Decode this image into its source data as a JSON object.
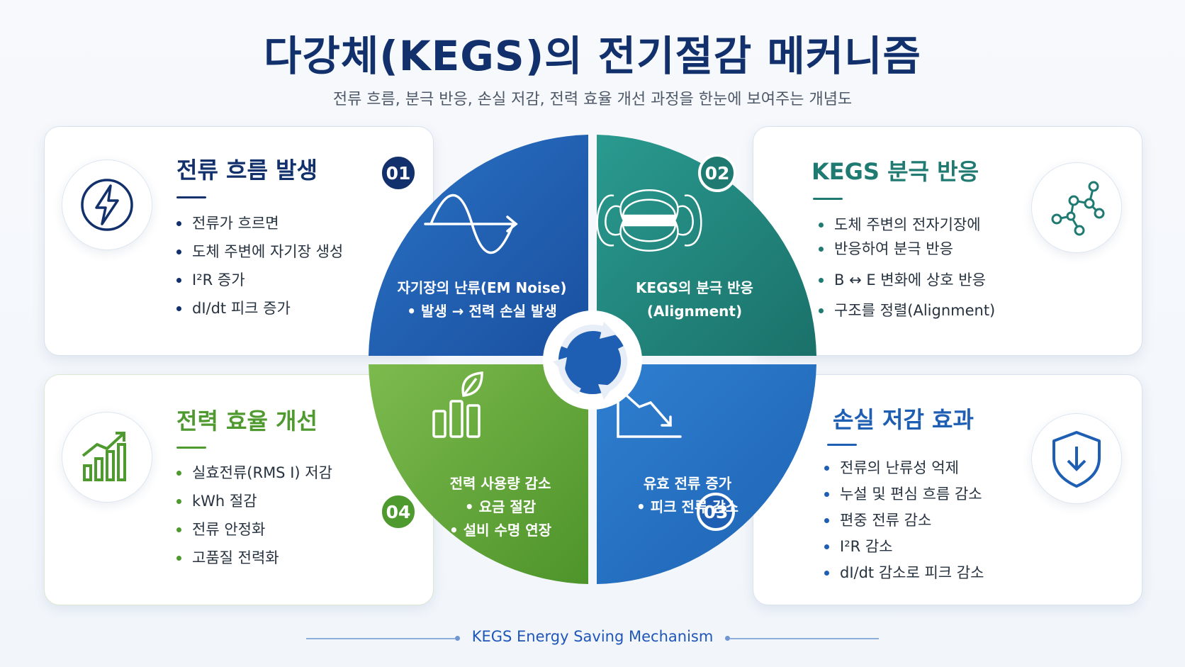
{
  "title": "다강체(KEGS)의 전기절감 메커니즘",
  "subtitle": "전류 흐름, 분극 반응, 손실 저감, 전력 효율 개선 과정을 한눈에 보여주는 개념도",
  "colors": {
    "navy": "#12306b",
    "blue": "#1f5fb3",
    "teal": "#1f7a72",
    "green": "#4f9a2e",
    "blue_light": "#2f7cc9"
  },
  "cards": {
    "top_left": {
      "icon": "lightning-icon",
      "title": "전류 흐름 발생",
      "items": [
        "전류가 흐르면",
        "도체 주변에 자기장 생성",
        "I²R 증가",
        "dI/dt 피크 증가"
      ]
    },
    "top_right": {
      "icon": "molecule-icon",
      "title": "KEGS 분극 반응",
      "items": [
        "도체 주변의 전자기장에",
        "반응하여 분극 반응",
        "B ↔ E 변화에 상호 반응",
        "구조를 정렬(Alignment)"
      ]
    },
    "bottom_left": {
      "icon": "growth-chart-icon",
      "title": "전력 효율 개선",
      "items": [
        "실효전류(RMS I) 저감",
        "kWh 절감",
        "전류 안정화",
        "고품질 전력화"
      ]
    },
    "bottom_right": {
      "icon": "shield-down-icon",
      "title": "손실 저감 효과",
      "items": [
        "전류의 난류성 억제",
        "누설 및 편심 흐름 감소",
        "편중 전류 감소",
        "I²R 감소",
        "dI/dt 감소로 피크 감소"
      ]
    }
  },
  "quadrants": {
    "q1": {
      "number": "01",
      "icon": "sine-wave-icon",
      "line1": "자기장의 난류(EM Noise)",
      "line2": "• 발생 → 전력 손실 발생"
    },
    "q2": {
      "number": "02",
      "icon": "magnetic-field-icon",
      "line1": "KEGS의 분극 반응",
      "line2": "(Alignment)"
    },
    "q3": {
      "number": "03",
      "icon": "declining-chart-icon",
      "line1": "유효 전류 증가",
      "line2": "• 피크 전류 감소"
    },
    "q4": {
      "number": "04",
      "icon": "leaf-bars-icon",
      "line1": "전력 사용량 감소",
      "line2": "• 요금 절감",
      "line3": "• 설비 수명 연장"
    }
  },
  "center_icon": "cycle-arrows-icon",
  "footer": "KEGS Energy Saving Mechanism"
}
